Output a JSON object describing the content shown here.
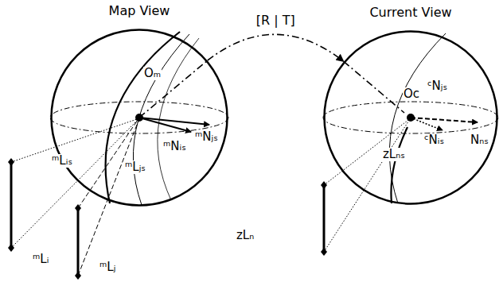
{
  "diagram": {
    "nodes": [
      {
        "text": [
          "Map View"
        ]
      },
      {
        "text": [
          "Current View"
        ]
      }
    ],
    "edges": [
      {
        "from": 0,
        "to": 1,
        "arrow": "to",
        "label": "[R | T]"
      }
    ],
    "labels": [
      "Oₘ",
      "Oc",
      "ᵐLᵢₛ",
      "ᵐLⱼₛ",
      "ᵐNᵢₛ",
      "ᵐNⱼₛ",
      "ᶜNⱼₛ",
      "ᶜNᵢₛ",
      "Nₙₛ",
      "zLₙₛ",
      "ᵐLᵢ",
      "ᵐLⱼ",
      "zLₙ"
    ]
  }
}
